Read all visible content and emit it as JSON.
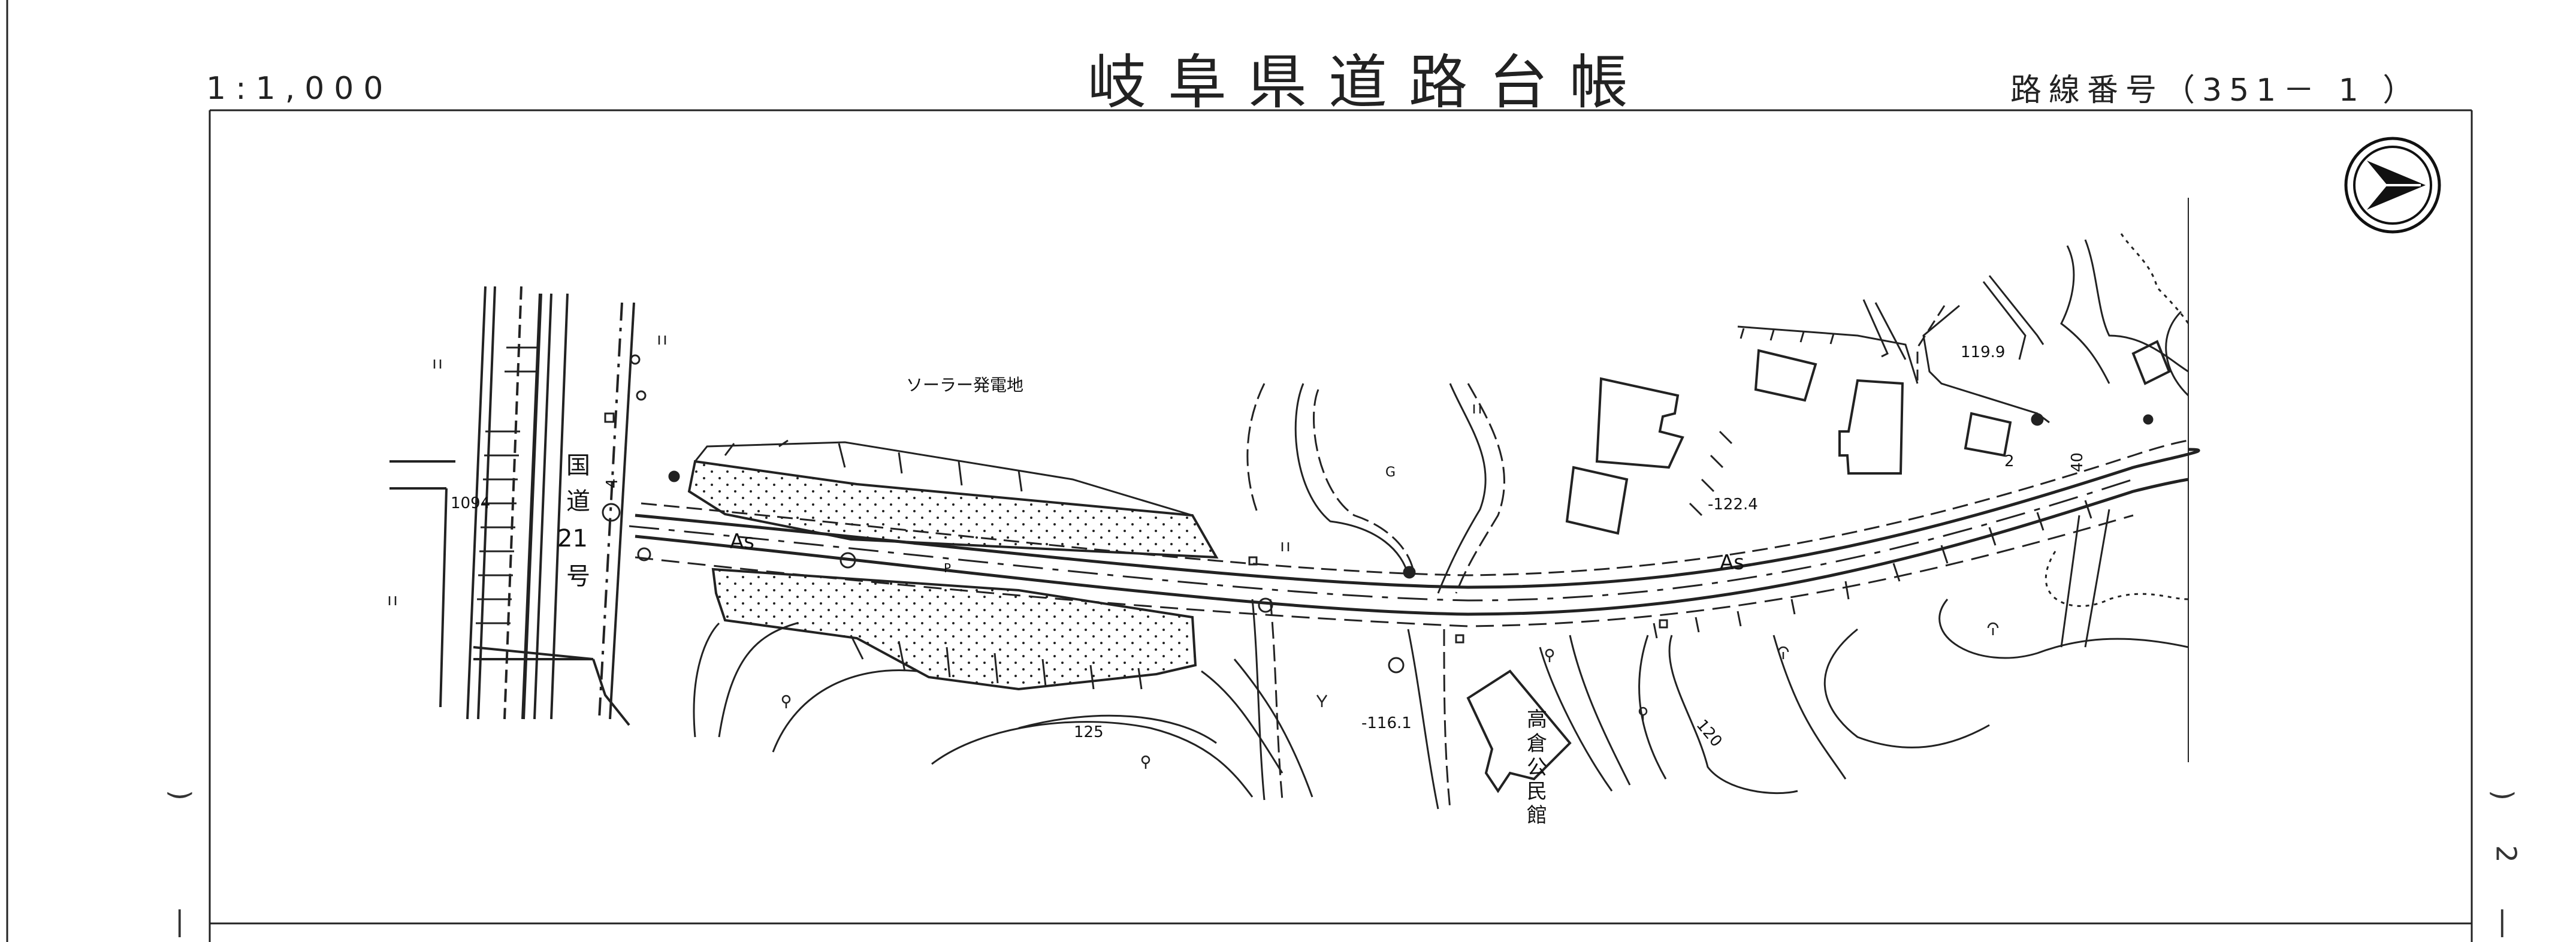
{
  "header": {
    "scale": "1:1,000",
    "title": "岐阜県道路台帳",
    "route_number": "路線番号（351－ 1 ）"
  },
  "page_edge_marks": {
    "left_paren": ")",
    "left_dash": "|",
    "right_paren": ")",
    "right_number": "2",
    "right_dash": "|"
  },
  "map": {
    "labels": {
      "solar": "ソーラー発電地",
      "national_road": [
        "国",
        "道",
        "21",
        "号"
      ],
      "national_road_number": "4",
      "community_hall": [
        "高",
        "倉",
        "公",
        "民",
        "館"
      ],
      "surface_as_1": "As",
      "surface_as_2": "As",
      "elev_1094": "1094",
      "elev_1224": "-122.4",
      "elev_1199": "119.9",
      "elev_1161": "-116.1",
      "contour_125": "125",
      "contour_120": "120",
      "width_mark": "40",
      "width_2": "2",
      "g_mark": "G",
      "p_mark": "P"
    },
    "symbols": {
      "north_arrow": "compass-arrow-icon",
      "orchard": "orchard-symbol",
      "field": "field-symbol",
      "broadleaf": "broadleaf-symbol"
    }
  }
}
